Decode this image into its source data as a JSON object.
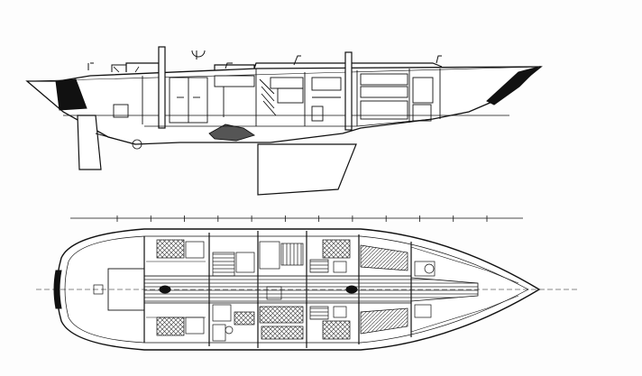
{
  "drawing": {
    "views": [
      {
        "id": "profile",
        "kind": "inboard-profile"
      },
      {
        "id": "plan",
        "kind": "accommodation-plan"
      }
    ],
    "scale_bar": {
      "divisions": 11
    },
    "colors": {
      "ink": "#111111",
      "paper": "#fdfdfd",
      "hatch": "#333333"
    }
  }
}
